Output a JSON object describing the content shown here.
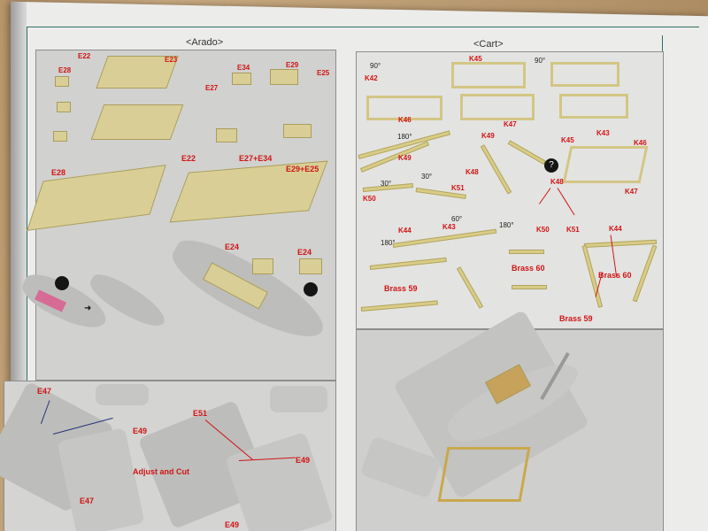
{
  "headers": {
    "arado": "<Arado>",
    "cart": "<Cart>"
  },
  "labels": {
    "e22": "E22",
    "e23": "E23",
    "e24a": "E24",
    "e24b": "E24",
    "e25": "E25",
    "e27": "E27",
    "e28a": "E28",
    "e28b": "E28",
    "e29": "E29",
    "e34": "E34",
    "e22b": "E22",
    "e27e34": "E27+E34",
    "e29e25": "E29+E25",
    "e47a": "E47",
    "e47b": "E47",
    "e49a": "E49",
    "e49b": "E49",
    "e49c": "E49",
    "e51": "E51",
    "adjust": "Adjust and Cut",
    "k42": "K42",
    "k43a": "K43",
    "k43b": "K43",
    "k44a": "K44",
    "k44b": "K44",
    "k45a": "K45",
    "k45b": "K45",
    "k46a": "K46",
    "k46b": "K46",
    "k47a": "K47",
    "k47b": "K47",
    "k48a": "K48",
    "k48b": "K48",
    "k49a": "K49",
    "k49b": "K49",
    "k50a": "K50",
    "k50b": "K50",
    "k51a": "K51",
    "k51b": "K51",
    "brass59a": "Brass 59",
    "brass59b": "Brass 59",
    "brass60a": "Brass 60",
    "brass60b": "Brass 60",
    "deg180a": "180°",
    "deg180b": "180°",
    "deg180c": "180°",
    "deg90a": "90°",
    "deg90b": "90°",
    "deg30a": "30°",
    "deg30b": "30°",
    "deg60": "60°"
  },
  "icons": {
    "question": "?"
  },
  "colors": {
    "callout_red": "#d01515",
    "guide_blue": "#25337b",
    "frame_green": "#2f6f67",
    "etch_brass": "#d9cf96"
  }
}
